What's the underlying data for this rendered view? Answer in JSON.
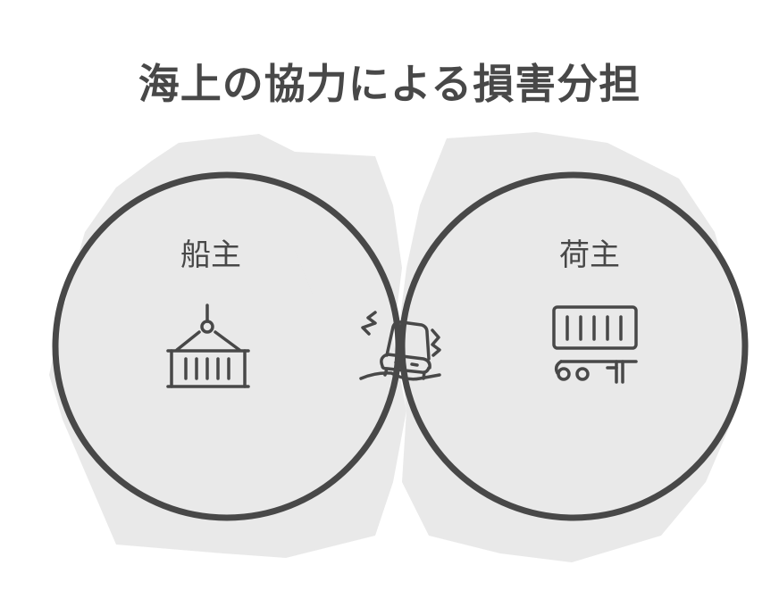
{
  "title": "海上の協力による損害分担",
  "colors": {
    "stroke": "#484848",
    "circle_fill": "#e9e9e9",
    "overlap_fill": "#d3f2fc",
    "background": "#ffffff"
  },
  "sets": [
    {
      "id": "left",
      "label": "船主",
      "icon": "crane-container-icon"
    },
    {
      "id": "right",
      "label": "荷主",
      "icon": "container-trailer-icon"
    }
  ],
  "intersection": {
    "icon": "car-skidding-icon"
  }
}
